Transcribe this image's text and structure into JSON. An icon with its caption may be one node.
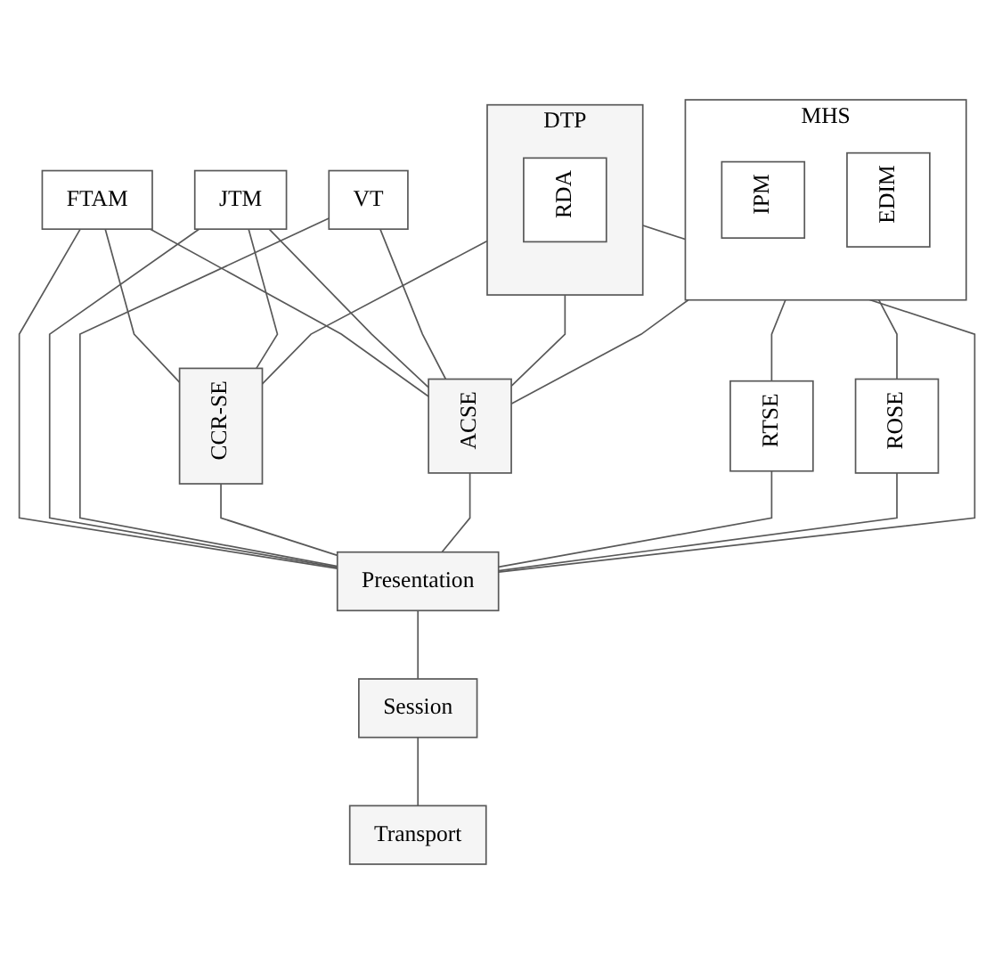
{
  "diagram": {
    "nodes": [
      {
        "text": [
          "FTAM"
        ]
      },
      {
        "text": [
          "DTP"
        ]
      },
      {
        "text": [
          "RDA"
        ],
        "in": 1
      },
      {
        "text": [
          "JTM"
        ]
      },
      {
        "text": [
          "VT"
        ]
      },
      {
        "text": [
          "MHS"
        ]
      },
      {
        "text": [
          "IPM"
        ],
        "in": 5
      },
      {
        "text": [
          "EDIM"
        ],
        "in": 5
      },
      {
        "text": [
          "CCR-SE"
        ]
      },
      {
        "text": [
          "ACSE"
        ]
      },
      {
        "text": [
          "RTSE"
        ]
      },
      {
        "text": [
          "ROSE"
        ]
      },
      {
        "text": [
          "Presentation"
        ]
      },
      {
        "text": [
          "Session"
        ]
      },
      {
        "text": [
          "Transport"
        ]
      }
    ],
    "edges": [
      {
        "from": 0,
        "to": 8,
        "arrow": "none"
      },
      {
        "from": 0,
        "to": 9,
        "arrow": "none"
      },
      {
        "from": 0,
        "to": 12,
        "arrow": "none"
      },
      {
        "from": 1,
        "to": 8,
        "arrow": "none"
      },
      {
        "from": 1,
        "to": 9,
        "arrow": "none"
      },
      {
        "from": 1,
        "to": 12,
        "arrow": "none"
      },
      {
        "from": 3,
        "to": 8,
        "arrow": "none"
      },
      {
        "from": 3,
        "to": 9,
        "arrow": "none"
      },
      {
        "from": 3,
        "to": 12,
        "arrow": "none"
      },
      {
        "from": 4,
        "to": 9,
        "arrow": "none"
      },
      {
        "from": 4,
        "to": 12,
        "arrow": "none"
      },
      {
        "from": 5,
        "to": 9,
        "arrow": "none"
      },
      {
        "from": 5,
        "to": 10,
        "arrow": "none"
      },
      {
        "from": 5,
        "to": 11,
        "arrow": "none"
      },
      {
        "from": 8,
        "to": 12,
        "arrow": "none"
      },
      {
        "from": 9,
        "to": 12,
        "arrow": "none"
      },
      {
        "from": 10,
        "to": 12,
        "arrow": "none"
      },
      {
        "from": 11,
        "to": 12,
        "arrow": "none"
      },
      {
        "from": 12,
        "to": 13,
        "arrow": "none"
      },
      {
        "from": 13,
        "to": 14,
        "arrow": "none"
      }
    ]
  }
}
